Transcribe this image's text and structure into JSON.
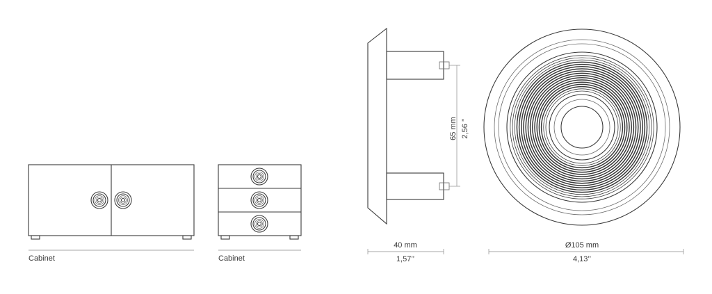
{
  "labels": {
    "cabinet_left": "Cabinet",
    "cabinet_right": "Cabinet",
    "depth_mm": "40 mm",
    "depth_in": "1,57’’",
    "spacing_mm": "65 mm",
    "spacing_in": "2,56 ’’",
    "diameter_mm": "Ø105 mm",
    "diameter_in": "4,13’’"
  },
  "colors": {
    "line": "#3a3a3a",
    "dim_line": "#8a8a8a"
  }
}
